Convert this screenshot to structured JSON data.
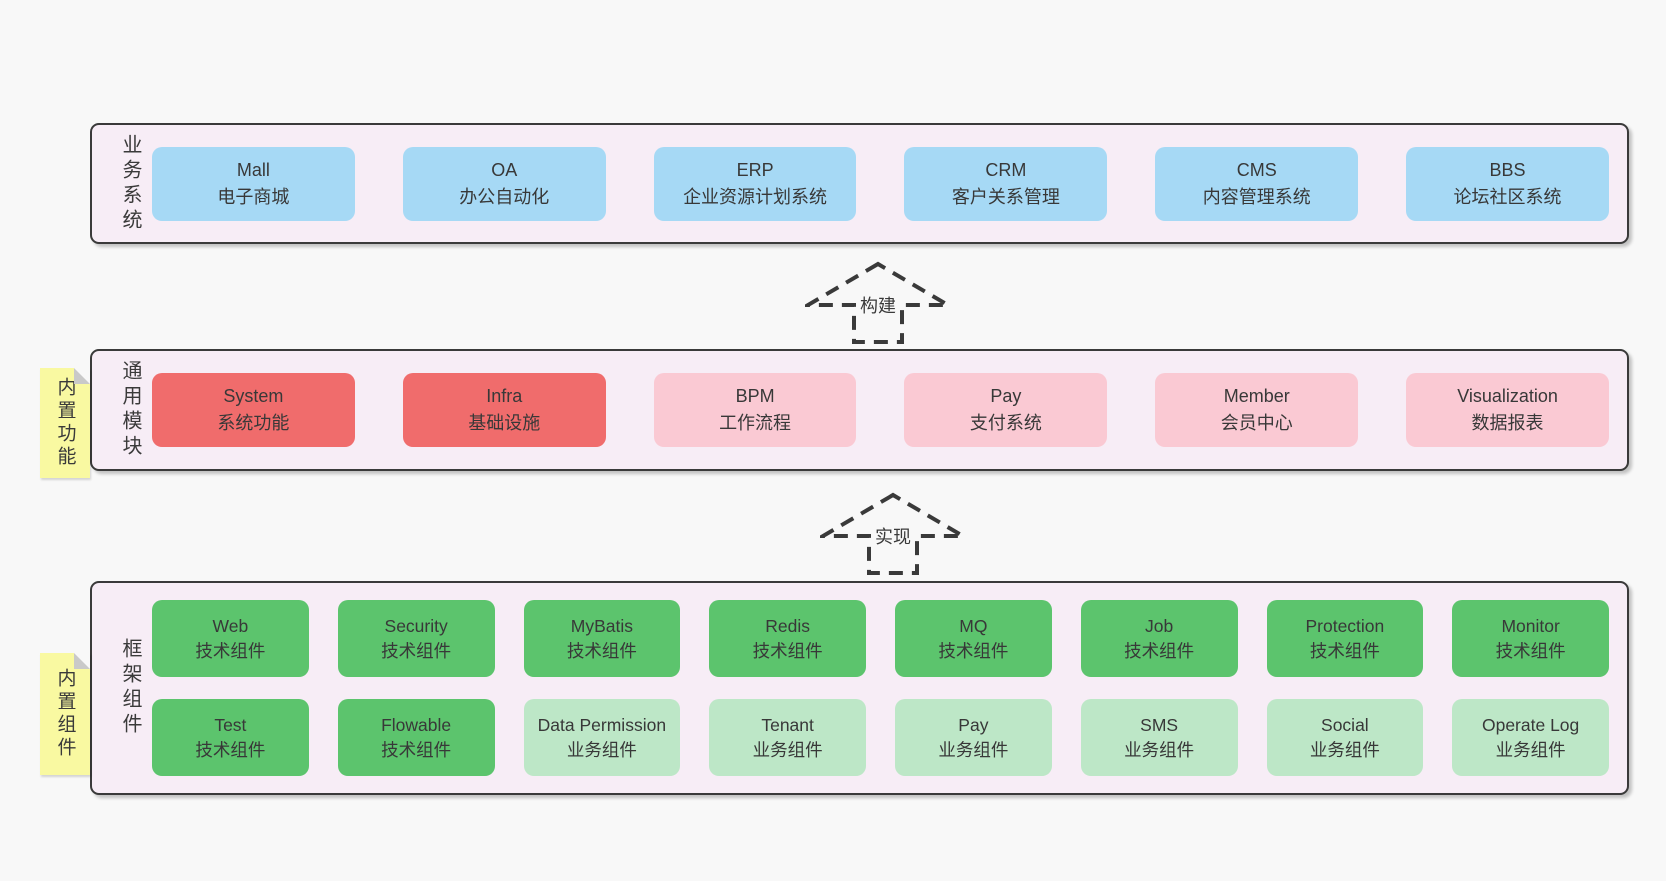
{
  "page": {
    "background": "#f8f8f8"
  },
  "colors": {
    "band_bg": "#f7edf6",
    "band_border": "#3a3a3a",
    "blue": "#a6d9f5",
    "red": "#f06c6c",
    "pink": "#fac9d3",
    "green": "#5cc46d",
    "green_light": "#bde7c7",
    "sticky_yellow": "#f9f9a1",
    "text": "#3a3a3a"
  },
  "arrows": [
    {
      "label": "构建"
    },
    {
      "label": "实现"
    }
  ],
  "stickies": [
    {
      "label": "内置功能"
    },
    {
      "label": "内置组件"
    }
  ],
  "layers": [
    {
      "label": "业务系统",
      "rows": [
        [
          {
            "name": "Mall",
            "desc": "电子商城",
            "variant": "blue"
          },
          {
            "name": "OA",
            "desc": "办公自动化",
            "variant": "blue"
          },
          {
            "name": "ERP",
            "desc": "企业资源计划系统",
            "variant": "blue"
          },
          {
            "name": "CRM",
            "desc": "客户关系管理",
            "variant": "blue"
          },
          {
            "name": "CMS",
            "desc": "内容管理系统",
            "variant": "blue"
          },
          {
            "name": "BBS",
            "desc": "论坛社区系统",
            "variant": "blue"
          }
        ]
      ]
    },
    {
      "label": "通用模块",
      "rows": [
        [
          {
            "name": "System",
            "desc": "系统功能",
            "variant": "red"
          },
          {
            "name": "Infra",
            "desc": "基础设施",
            "variant": "red"
          },
          {
            "name": "BPM",
            "desc": "工作流程",
            "variant": "pink"
          },
          {
            "name": "Pay",
            "desc": "支付系统",
            "variant": "pink"
          },
          {
            "name": "Member",
            "desc": "会员中心",
            "variant": "pink"
          },
          {
            "name": "Visualization",
            "desc": "数据报表",
            "variant": "pink"
          }
        ]
      ]
    },
    {
      "label": "框架组件",
      "rows": [
        [
          {
            "name": "Web",
            "desc": "技术组件",
            "variant": "green"
          },
          {
            "name": "Security",
            "desc": "技术组件",
            "variant": "green"
          },
          {
            "name": "MyBatis",
            "desc": "技术组件",
            "variant": "green"
          },
          {
            "name": "Redis",
            "desc": "技术组件",
            "variant": "green"
          },
          {
            "name": "MQ",
            "desc": "技术组件",
            "variant": "green"
          },
          {
            "name": "Job",
            "desc": "技术组件",
            "variant": "green"
          },
          {
            "name": "Protection",
            "desc": "技术组件",
            "variant": "green"
          },
          {
            "name": "Monitor",
            "desc": "技术组件",
            "variant": "green"
          }
        ],
        [
          {
            "name": "Test",
            "desc": "技术组件",
            "variant": "green"
          },
          {
            "name": "Flowable",
            "desc": "技术组件",
            "variant": "green"
          },
          {
            "name": "Data Permission",
            "desc": "业务组件",
            "variant": "green_light"
          },
          {
            "name": "Tenant",
            "desc": "业务组件",
            "variant": "green_light"
          },
          {
            "name": "Pay",
            "desc": "业务组件",
            "variant": "green_light"
          },
          {
            "name": "SMS",
            "desc": "业务组件",
            "variant": "green_light"
          },
          {
            "name": "Social",
            "desc": "业务组件",
            "variant": "green_light"
          },
          {
            "name": "Operate Log",
            "desc": "业务组件",
            "variant": "green_light"
          }
        ]
      ]
    }
  ]
}
